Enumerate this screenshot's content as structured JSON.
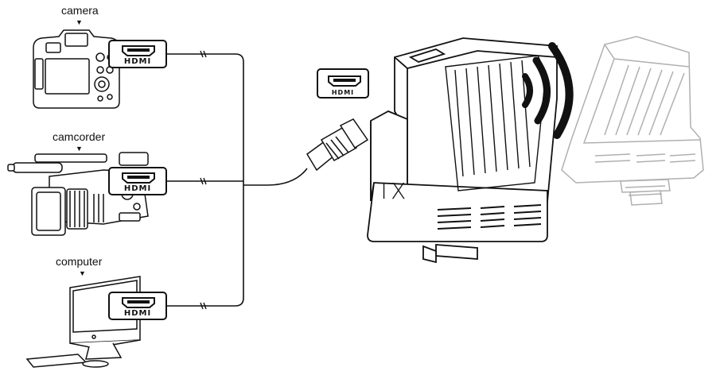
{
  "sources": [
    {
      "label": "camera"
    },
    {
      "label": "camcorder"
    },
    {
      "label": "computer"
    }
  ],
  "marker_glyph": "▼",
  "connector_text": "HDMI",
  "transmitter": {
    "label": "TX"
  },
  "icons": [
    "camera-icon",
    "camcorder-icon",
    "computer-icon",
    "hdmi-port-icon",
    "transmitter-icon",
    "wireless-signal-icon",
    "receiver-icon"
  ],
  "colors": {
    "line": "#111111",
    "faded": "#bdbdbd",
    "background": "#ffffff"
  }
}
